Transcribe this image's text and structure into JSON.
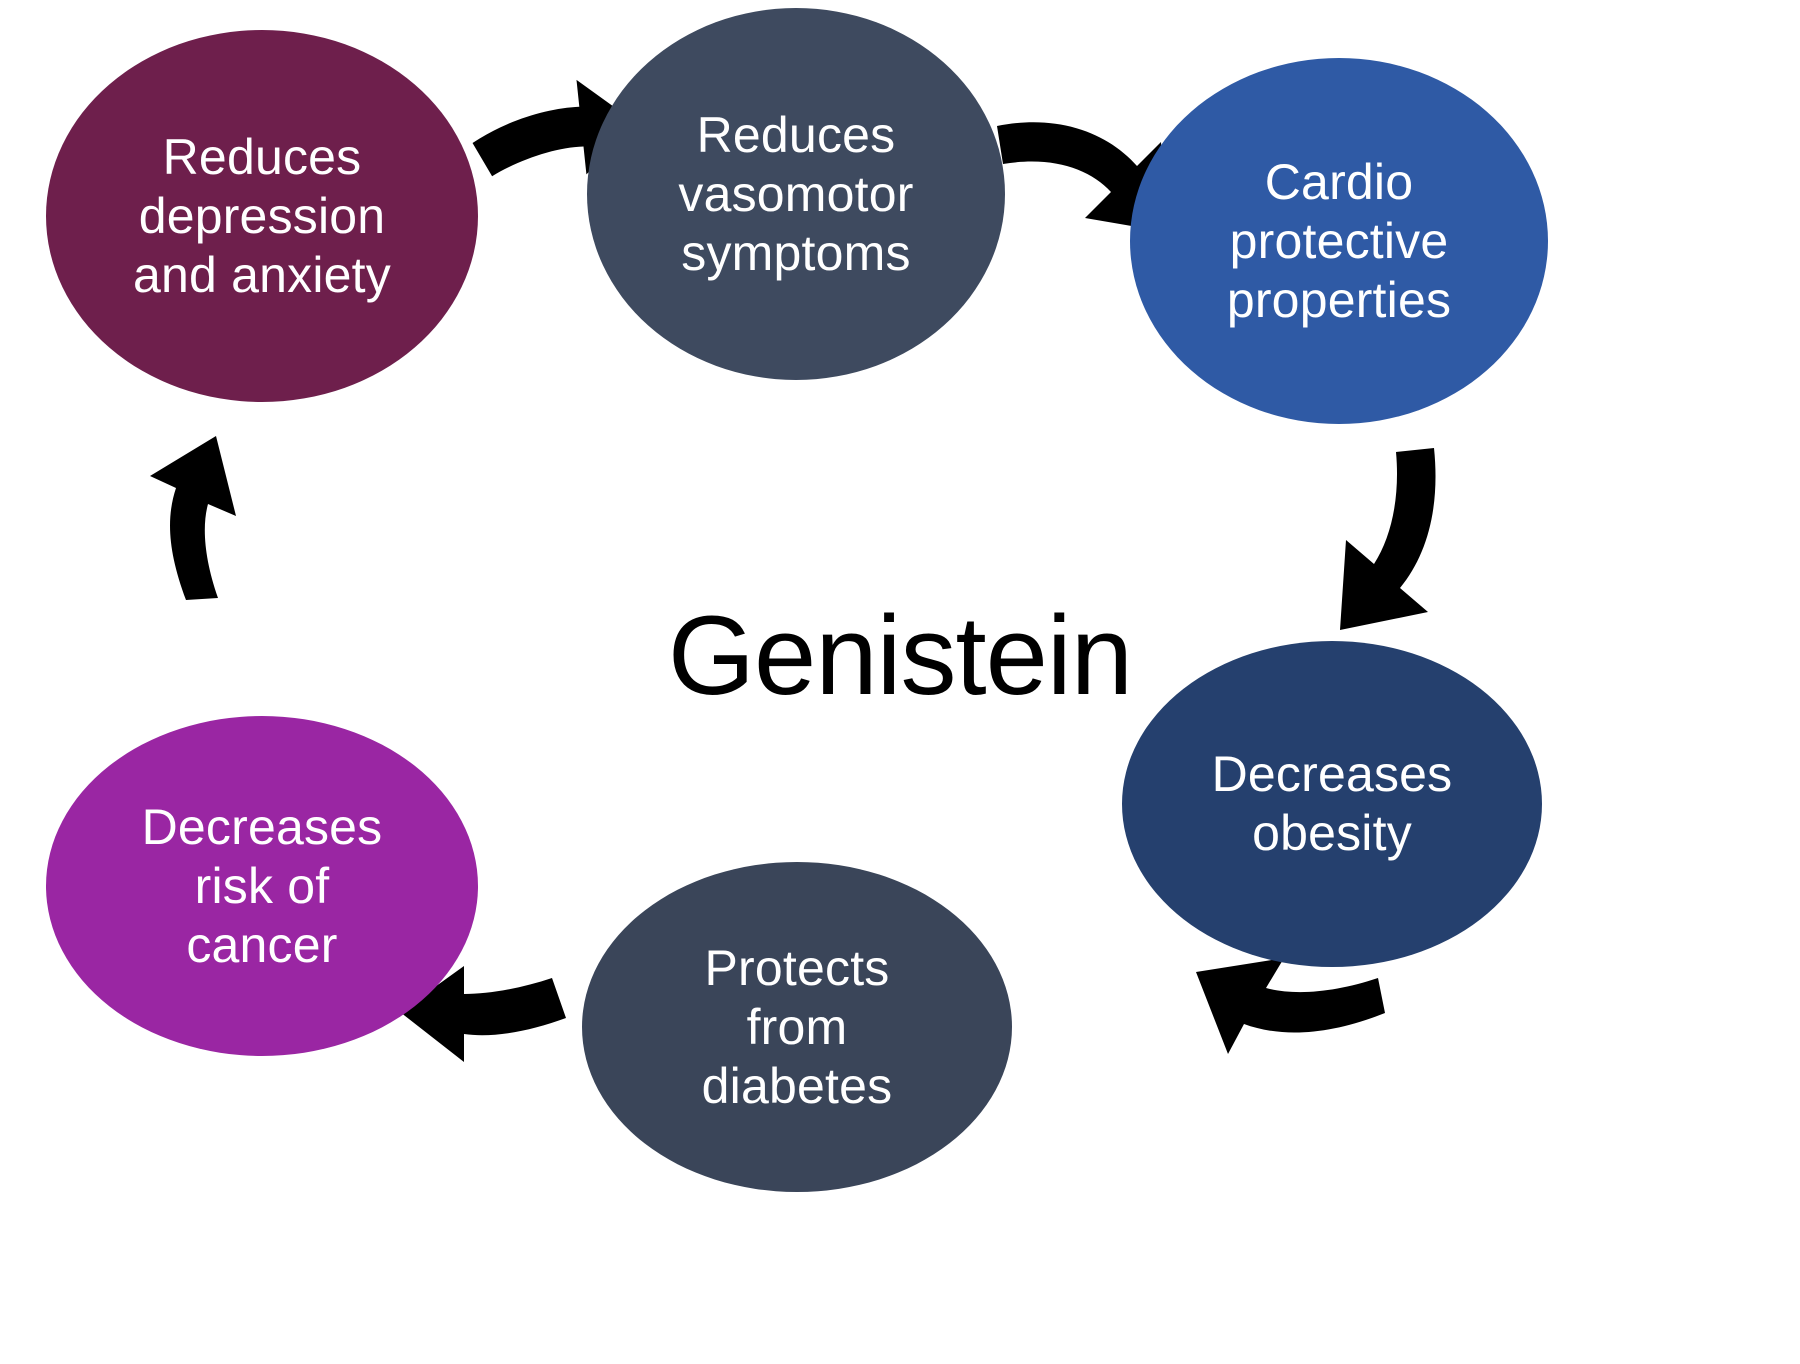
{
  "diagram": {
    "type": "cycle-diagram",
    "center_title": "Genistein",
    "background_color": "#ffffff",
    "title_color": "#000000",
    "node_text_color": "#ffffff",
    "arrow_color": "#000000",
    "arrow_count": 6,
    "nodes": [
      {
        "id": "reduces-depression-and-anxiety",
        "label": "Reduces\ndepression\nand anxiety",
        "color": "#6E1F4C",
        "position": "top-left"
      },
      {
        "id": "reduces-vasomotor-symptoms",
        "label": "Reduces\nvasomotor\nsymptoms",
        "color": "#3E4A5F",
        "position": "top-center"
      },
      {
        "id": "cardio-protective-properties",
        "label": "Cardio\nprotective\nproperties",
        "color": "#2F5AA5",
        "position": "top-right"
      },
      {
        "id": "decreases-obesity",
        "label": "Decreases\nobesity",
        "color": "#25406E",
        "position": "bottom-right"
      },
      {
        "id": "protects-from-diabetes",
        "label": "Protects\nfrom\ndiabetes",
        "color": "#3A4559",
        "position": "bottom-center"
      },
      {
        "id": "decreases-risk-of-cancer",
        "label": "Decreases\nrisk of\ncancer",
        "color": "#9A26A3",
        "position": "bottom-left"
      }
    ],
    "arrows": [
      {
        "id": "arrow-depression-to-vasomotor",
        "from": "reduces-depression-and-anxiety",
        "to": "reduces-vasomotor-symptoms",
        "direction": "right"
      },
      {
        "id": "arrow-vasomotor-to-cardio",
        "from": "reduces-vasomotor-symptoms",
        "to": "cardio-protective-properties",
        "direction": "right-down"
      },
      {
        "id": "arrow-cardio-to-obesity",
        "from": "cardio-protective-properties",
        "to": "decreases-obesity",
        "direction": "down"
      },
      {
        "id": "arrow-obesity-to-diabetes",
        "from": "decreases-obesity",
        "to": "protects-from-diabetes",
        "direction": "left-down"
      },
      {
        "id": "arrow-diabetes-to-cancer",
        "from": "protects-from-diabetes",
        "to": "decreases-risk-of-cancer",
        "direction": "left"
      },
      {
        "id": "arrow-cancer-to-depression",
        "from": "decreases-risk-of-cancer",
        "to": "reduces-depression-and-anxiety",
        "direction": "up"
      }
    ]
  }
}
